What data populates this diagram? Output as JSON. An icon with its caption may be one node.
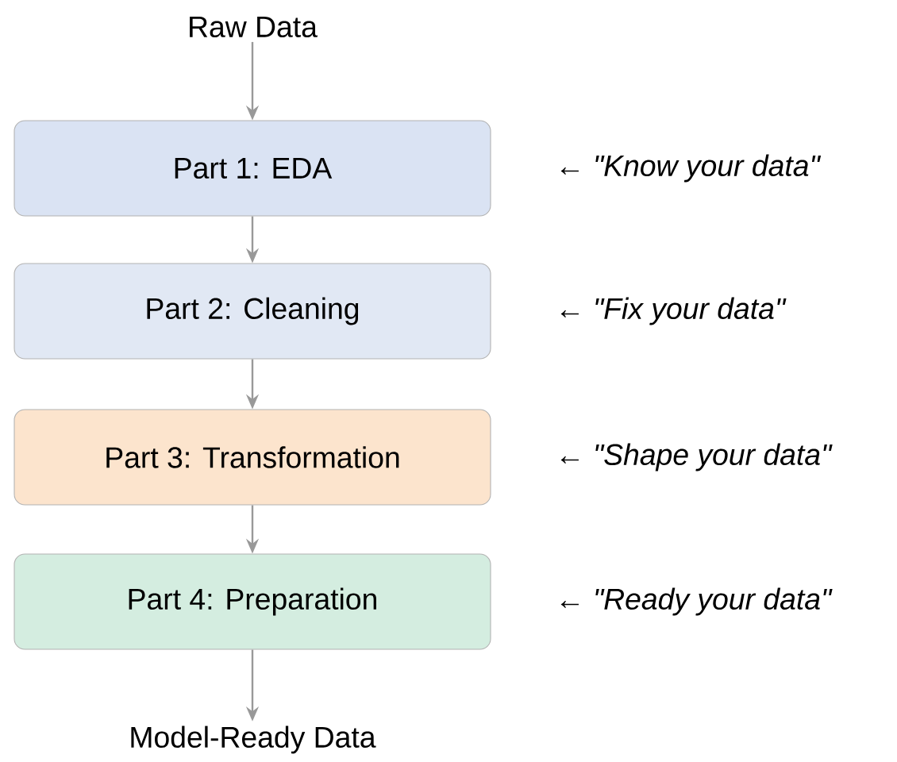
{
  "diagram": {
    "nodes": [
      {
        "text": [
          "Raw Data"
        ]
      },
      {
        "text": [
          "Part 1: EDA"
        ],
        "beside": [
          "← *\"Know your data\"*"
        ]
      },
      {
        "text": [
          "Part 2: Cleaning"
        ],
        "beside": [
          "← *\"Fix your data\"*"
        ]
      },
      {
        "text": [
          "Part 3: Transformation"
        ],
        "beside": [
          "← *\"Shape your data\"*"
        ]
      },
      {
        "text": [
          "Part 4: Preparation"
        ],
        "beside": [
          "← *\"Ready your data\"*"
        ]
      },
      {
        "text": [
          "Model-Ready Data"
        ]
      }
    ],
    "edges": [
      {
        "from": 0,
        "to": 1,
        "arrow": "to"
      },
      {
        "from": 1,
        "to": 2,
        "arrow": "to"
      },
      {
        "from": 2,
        "to": 3,
        "arrow": "to"
      },
      {
        "from": 3,
        "to": 4,
        "arrow": "to"
      },
      {
        "from": 4,
        "to": 5,
        "arrow": "to"
      }
    ]
  }
}
